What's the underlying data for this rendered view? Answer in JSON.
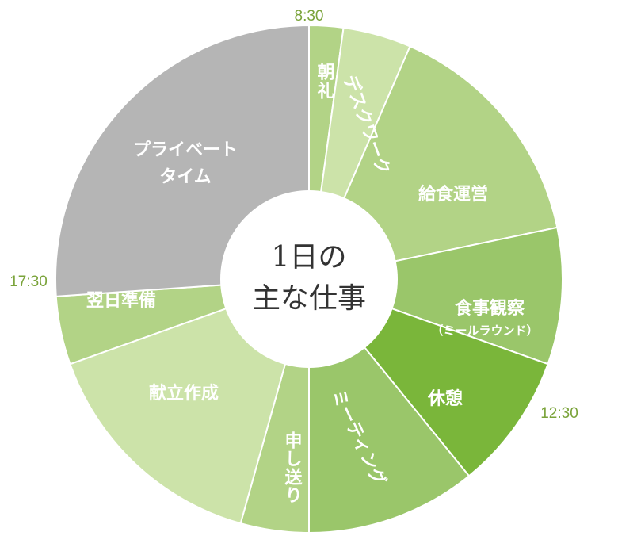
{
  "chart_data": {
    "type": "pie",
    "title": "1日の主な仕事",
    "title_lines": [
      "1日の",
      "主な仕事"
    ],
    "categories": [
      "朝礼",
      "デスクワーク",
      "給食運営",
      "食事観察（ミールラウンド）",
      "休憩",
      "ミーティング",
      "申し送り",
      "献立作成",
      "翌日準備",
      "プライベートタイム"
    ],
    "values": [
      0.25,
      0.5,
      1.75,
      1.0,
      1.0,
      1.25,
      0.5,
      1.75,
      0.5,
      3.0
    ],
    "unit": "hours",
    "start_time": "8:30",
    "time_labels": [
      "8:30",
      "12:30",
      "17:30"
    ],
    "colors": [
      "#b2d386",
      "#cce3a9",
      "#b2d386",
      "#9ac66a",
      "#7ab63a",
      "#9ac66a",
      "#b2d386",
      "#cce3a9",
      "#b2d386",
      "#b5b5b5"
    ]
  },
  "labels": {
    "seg0": "朝礼",
    "seg1": "デスクワーク",
    "seg2": "給食運営",
    "seg3": "食事観察",
    "seg3_sub": "（ミールラウンド）",
    "seg4": "休憩",
    "seg5": "ミーティング",
    "seg6": "申し送り",
    "seg7": "献立作成",
    "seg8": "翌日準備",
    "seg9_line1": "プライベート",
    "seg9_line2": "タイム"
  }
}
